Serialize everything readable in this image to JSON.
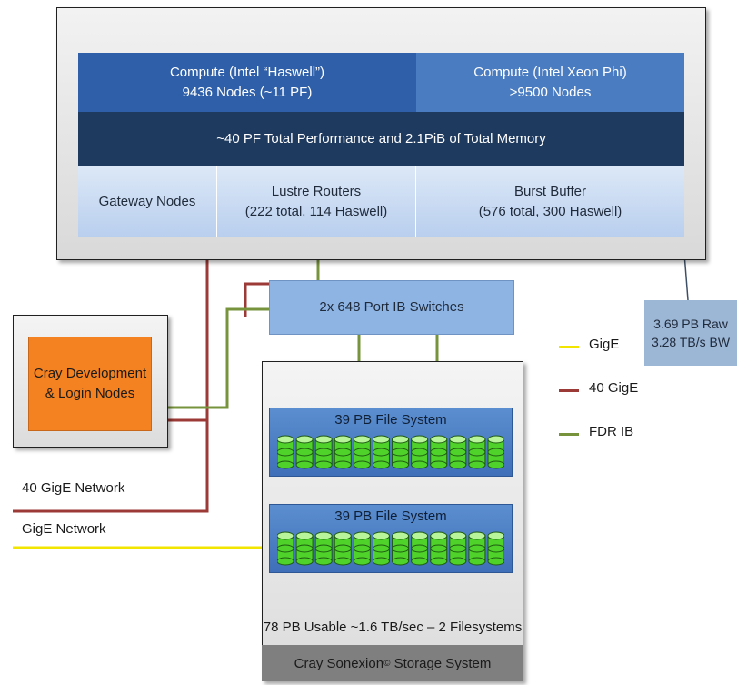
{
  "cluster": {
    "haswell": {
      "line1": "Compute (Intel “Haswell”)",
      "line2": "9436 Nodes (~11 PF)"
    },
    "xeon_phi": {
      "line1": "Compute (Intel Xeon Phi)",
      "line2": ">9500 Nodes"
    },
    "total": "~40 PF Total Performance and 2.1PiB of Total Memory",
    "gateway": "Gateway Nodes",
    "lustre": {
      "line1": "Lustre Routers",
      "line2": "(222 total, 114 Haswell)"
    },
    "burst": {
      "line1": "Burst Buffer",
      "line2": "(576 total, 300 Haswell)"
    }
  },
  "burst_callout": {
    "line1": "3.69 PB Raw",
    "line2": "3.28 TB/s BW"
  },
  "ib_switch": "2x 648 Port IB Switches",
  "login": {
    "line1": "Cray Development",
    "line2": "& Login Nodes"
  },
  "networks": {
    "gige40": "40 GigE Network",
    "gige": "GigE Network"
  },
  "storage": {
    "fs1": "39 PB File System",
    "fs2": "39 PB File System",
    "usable": "78 PB Usable ~1.6 TB/sec – 2 Filesystems",
    "system_prefix": "Cray Sonexion",
    "system_sup": "©",
    "system_suffix": " Storage System"
  },
  "legend": [
    {
      "label": "GigE",
      "color": "#f2e600"
    },
    {
      "label": "40 GigE",
      "color": "#9b3a36"
    },
    {
      "label": "FDR IB",
      "color": "#77933c"
    }
  ],
  "colors": {
    "gige": "#f2e600",
    "gige40": "#9b3a36",
    "fdr": "#77933c",
    "orange": "#f58220"
  },
  "disk_icon_count": 12
}
